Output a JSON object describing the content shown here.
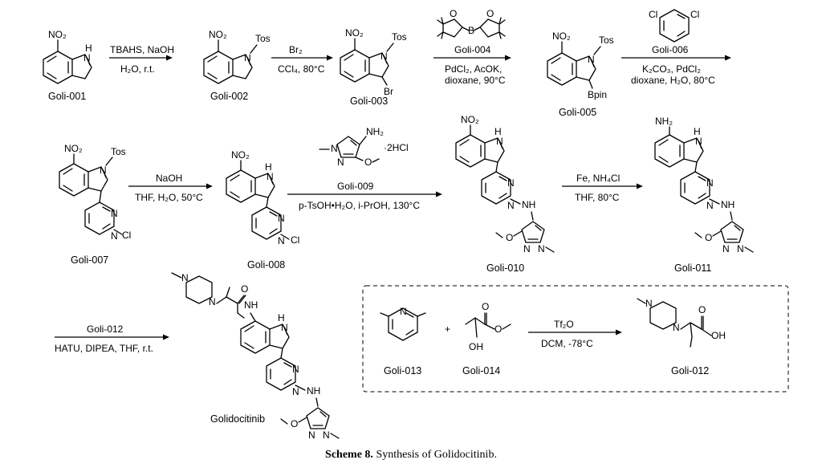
{
  "compounds": {
    "c001": "Goli-001",
    "c002": "Goli-002",
    "c003": "Goli-003",
    "c005": "Goli-005",
    "c007": "Goli-007",
    "c008": "Goli-008",
    "c010": "Goli-010",
    "c011": "Goli-011",
    "c013": "Goli-013",
    "c014": "Goli-014",
    "c012": "Goli-012",
    "final": "Golidocitinib"
  },
  "reagents": {
    "s1_top": "TBAHS, NaOH",
    "s1_bot": "H₂O, r.t.",
    "s2_top": "Br₂",
    "s2_bot": "CCl₄, 80°C",
    "s3_label": "Goli-004",
    "s3_bot1": "PdCl₂, AcOK,",
    "s3_bot2": "dioxane, 90°C",
    "s4_label": "Goli-006",
    "s4_bot1": "K₂CO₃, PdCl₂",
    "s4_bot2": "dioxane, H₂O, 80°C",
    "s5_top": "NaOH",
    "s5_bot": "THF, H₂O, 50°C",
    "s6_label": "Goli-009",
    "s6_salt": "·2HCl",
    "s6_bot": "p-TsOH•H₂O, i-PrOH, 130°C",
    "s7_top": "Fe, NH₄Cl",
    "s7_bot": "THF, 80°C",
    "s8_top": "Goli-012",
    "s8_bot": "HATU, DIPEA, THF, r.t.",
    "s9_top": "Tf₂O",
    "s9_bot": "DCM, -78°C",
    "plus": "+"
  },
  "atoms": {
    "no2": "NO₂",
    "nh2": "NH₂",
    "nh": "NH",
    "n": "N",
    "h": "H",
    "o": "O",
    "b": "B",
    "cl": "Cl",
    "br": "Br",
    "tos": "Tos",
    "bpin": "Bpin",
    "oh": "OH"
  },
  "caption": {
    "label": "Scheme 8.",
    "text": "Synthesis of Golidocitinib."
  }
}
